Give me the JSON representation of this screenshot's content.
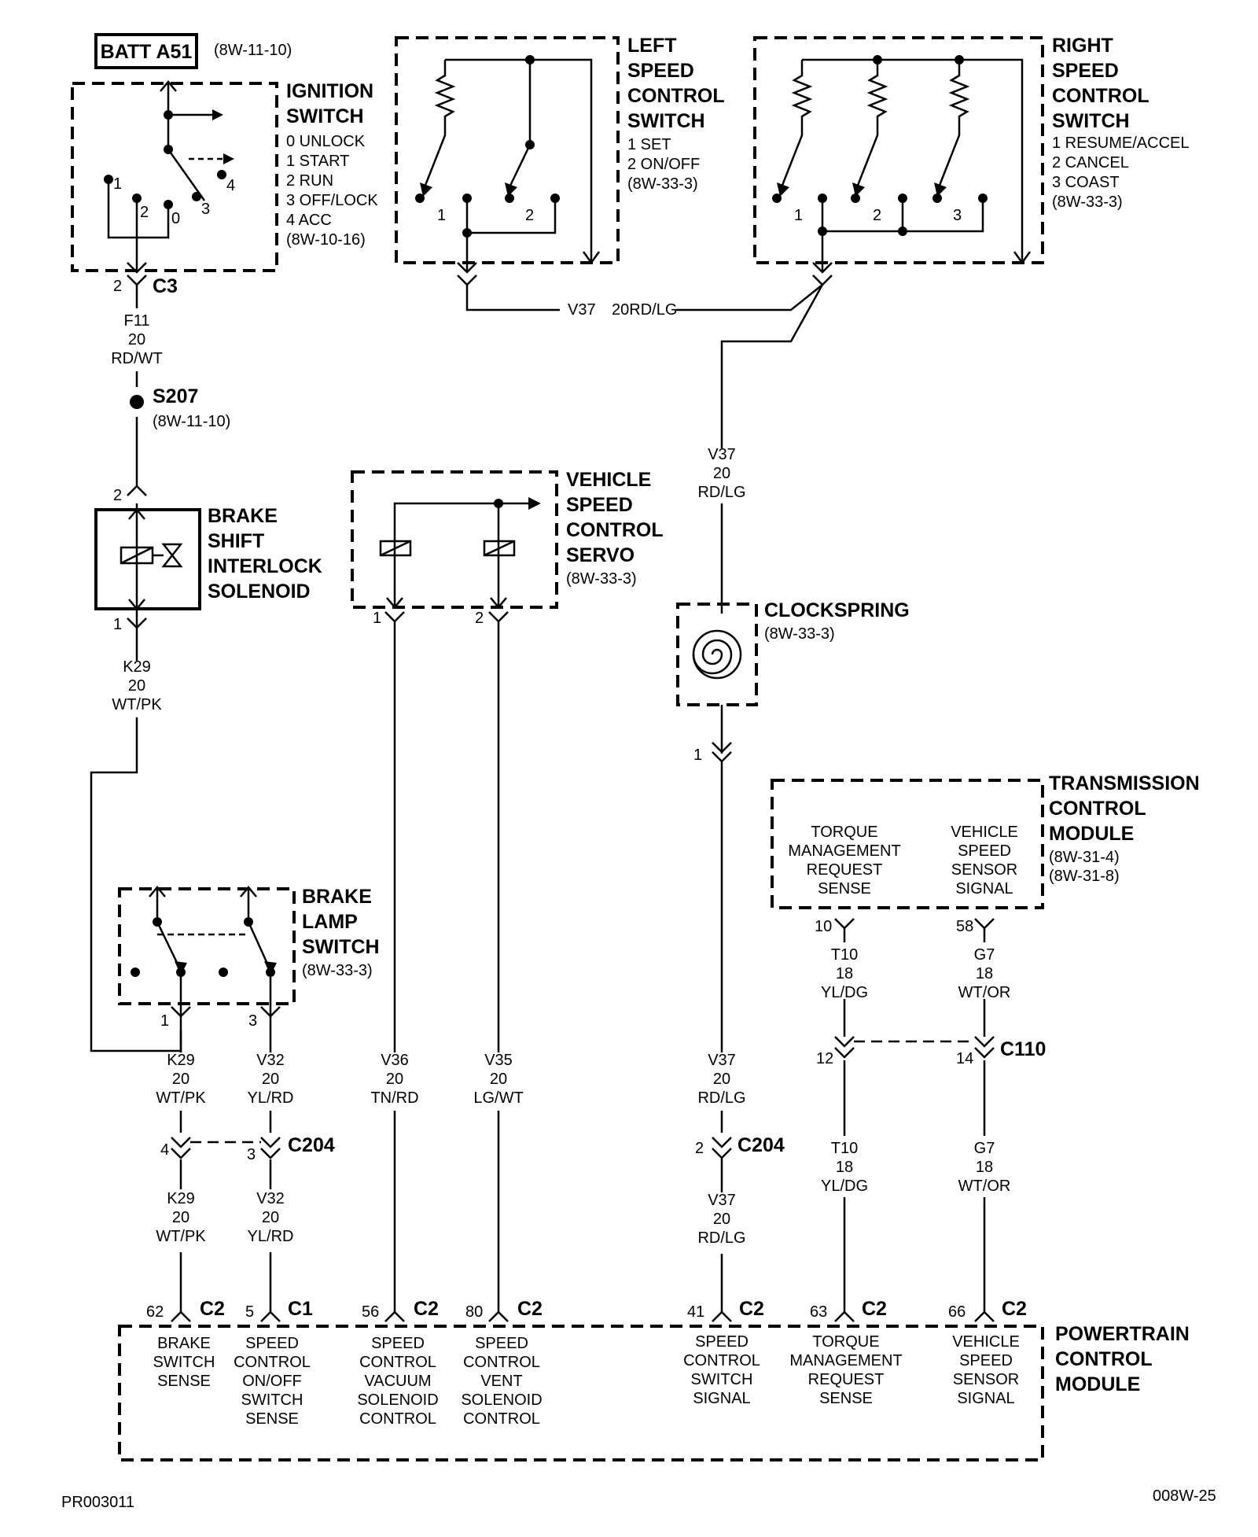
{
  "batt": {
    "label": "BATT A51",
    "ref": "(8W-11-10)"
  },
  "ignition_switch": {
    "title": [
      "IGNITION",
      "SWITCH"
    ],
    "positions": [
      "0 UNLOCK",
      "1 START",
      "2 RUN",
      "3 OFF/LOCK",
      "4 ACC"
    ],
    "ref": "(8W-10-16)",
    "contact_numbers": [
      "1",
      "2",
      "0",
      "3",
      "4"
    ],
    "connector": {
      "pin": "2",
      "name": "C3"
    }
  },
  "wire_f11": [
    "F11",
    "20",
    "RD/WT"
  ],
  "splice_s207": {
    "name": "S207",
    "ref": "(8W-11-10)"
  },
  "brake_shift_interlock": {
    "title": [
      "BRAKE",
      "SHIFT",
      "INTERLOCK",
      "SOLENOID"
    ],
    "pin_top": "2",
    "pin_bottom": "1"
  },
  "wire_k29_a": [
    "K29",
    "20",
    "WT/PK"
  ],
  "left_speed_switch": {
    "title": [
      "LEFT",
      "SPEED",
      "CONTROL",
      "SWITCH"
    ],
    "items": [
      "1 SET",
      "2 ON/OFF"
    ],
    "ref": "(8W-33-3)",
    "contact_numbers": [
      "1",
      "2"
    ]
  },
  "right_speed_switch": {
    "title": [
      "RIGHT",
      "SPEED",
      "CONTROL",
      "SWITCH"
    ],
    "items": [
      "1 RESUME/ACCEL",
      "2 CANCEL",
      "3 COAST"
    ],
    "ref": "(8W-33-3)",
    "contact_numbers": [
      "1",
      "2",
      "3"
    ]
  },
  "wire_v37_top": {
    "id": "V37",
    "spec": "20RD/LG"
  },
  "wire_v37_mid": [
    "V37",
    "20",
    "RD/LG"
  ],
  "servo": {
    "title": [
      "VEHICLE",
      "SPEED",
      "CONTROL",
      "SERVO"
    ],
    "ref": "(8W-33-3)",
    "pins": [
      "1",
      "2"
    ]
  },
  "wire_v36": [
    "V36",
    "20",
    "TN/RD"
  ],
  "wire_v35": [
    "V35",
    "20",
    "LG/WT"
  ],
  "clockspring": {
    "title": "CLOCKSPRING",
    "ref": "(8W-33-3)",
    "pin": "1"
  },
  "tcm": {
    "title": [
      "TRANSMISSION",
      "CONTROL",
      "MODULE"
    ],
    "refs": [
      "(8W-31-4)",
      "(8W-31-8)"
    ],
    "sig_torque": [
      "TORQUE",
      "MANAGEMENT",
      "REQUEST",
      "SENSE"
    ],
    "sig_vss": [
      "VEHICLE",
      "SPEED",
      "SENSOR",
      "SIGNAL"
    ],
    "pin_torque": "10",
    "pin_vss": "58"
  },
  "wire_t10_a": [
    "T10",
    "18",
    "YL/DG"
  ],
  "wire_g7_a": [
    "G7",
    "18",
    "WT/OR"
  ],
  "c110": {
    "name": "C110",
    "pin_t10": "12",
    "pin_g7": "14"
  },
  "wire_t10_b": [
    "T10",
    "18",
    "YL/DG"
  ],
  "wire_g7_b": [
    "G7",
    "18",
    "WT/OR"
  ],
  "brake_lamp_switch": {
    "title": [
      "BRAKE",
      "LAMP",
      "SWITCH"
    ],
    "ref": "(8W-33-3)",
    "pins": [
      "1",
      "3"
    ]
  },
  "wire_k29_b": [
    "K29",
    "20",
    "WT/PK"
  ],
  "wire_v32_a": [
    "V32",
    "20",
    "YL/RD"
  ],
  "c204_left": {
    "name": "C204",
    "pin_k29": "4",
    "pin_v32": "3"
  },
  "wire_k29_c": [
    "K29",
    "20",
    "WT/PK"
  ],
  "wire_v32_b": [
    "V32",
    "20",
    "YL/RD"
  ],
  "wire_v37_low": [
    "V37",
    "20",
    "RD/LG"
  ],
  "c204_right": {
    "name": "C204",
    "pin": "2"
  },
  "wire_v37_bottom": [
    "V37",
    "20",
    "RD/LG"
  ],
  "pcm": {
    "title": [
      "POWERTRAIN",
      "CONTROL",
      "MODULE"
    ],
    "pins": [
      {
        "pin": "62",
        "conn": "C2",
        "label": [
          "BRAKE",
          "SWITCH",
          "SENSE"
        ]
      },
      {
        "pin": "5",
        "conn": "C1",
        "label": [
          "SPEED",
          "CONTROL",
          "ON/OFF",
          "SWITCH",
          "SENSE"
        ]
      },
      {
        "pin": "56",
        "conn": "C2",
        "label": [
          "SPEED",
          "CONTROL",
          "VACUUM",
          "SOLENOID",
          "CONTROL"
        ]
      },
      {
        "pin": "80",
        "conn": "C2",
        "label": [
          "SPEED",
          "CONTROL",
          "VENT",
          "SOLENOID",
          "CONTROL"
        ]
      },
      {
        "pin": "41",
        "conn": "C2",
        "label": [
          "SPEED",
          "CONTROL",
          "SWITCH",
          "SIGNAL"
        ]
      },
      {
        "pin": "63",
        "conn": "C2",
        "label": [
          "TORQUE",
          "MANAGEMENT",
          "REQUEST",
          "SENSE"
        ]
      },
      {
        "pin": "66",
        "conn": "C2",
        "label": [
          "VEHICLE",
          "SPEED",
          "SENSOR",
          "SIGNAL"
        ]
      }
    ]
  },
  "footer": {
    "left": "PR003011",
    "right": "008W-25"
  }
}
